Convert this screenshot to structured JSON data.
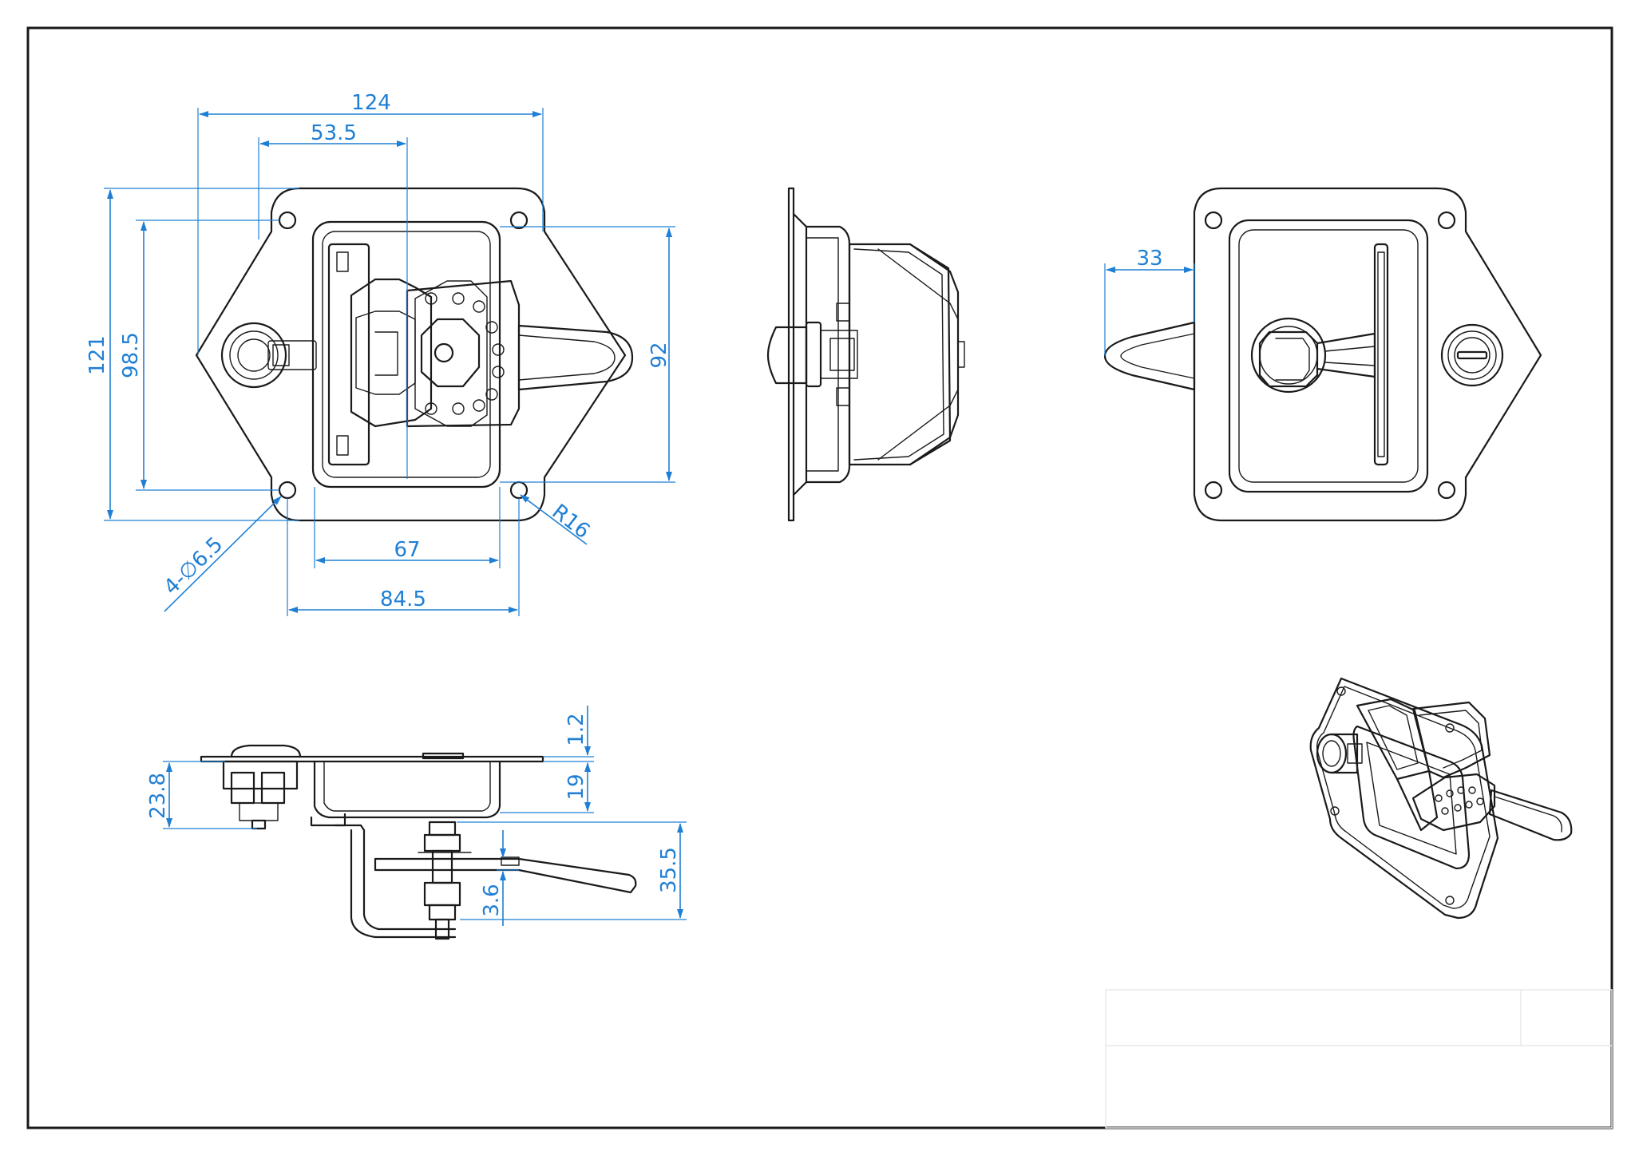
{
  "dimensions": {
    "top_width": "124",
    "hole_center_offset": "53.5",
    "overall_height": "121",
    "hole_spacing_vertical": "98.5",
    "pocket_height": "92",
    "pocket_width": "67",
    "hole_spacing_horizontal": "84.5",
    "corner_radius": "R16",
    "mount_holes": "4-∅6.5",
    "handle_reach": "33",
    "flange_thickness": "1.2",
    "pocket_depth": "19",
    "cylinder_depth": "23.8",
    "latch_depth": "35.5",
    "cam_thickness": "3.6"
  }
}
